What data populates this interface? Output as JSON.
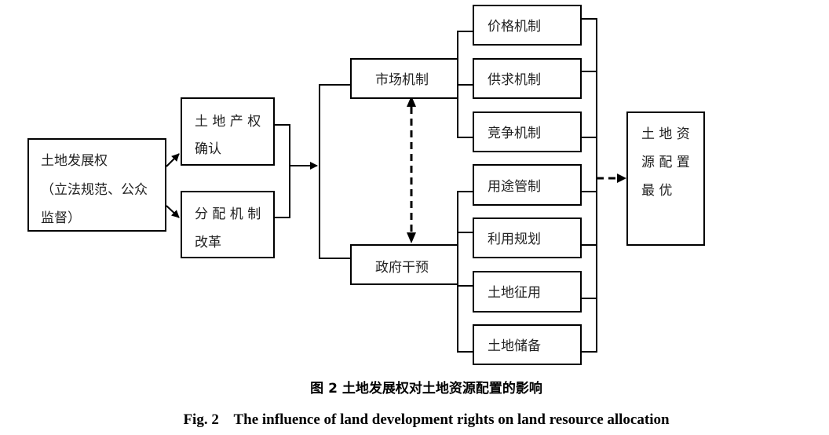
{
  "diagram": {
    "source": {
      "line1": "土地发展权",
      "line2": "（立法规范、公众",
      "line3": "监督）"
    },
    "property_rights": {
      "line1": "土 地 产 权",
      "line2": "确认"
    },
    "distribution": {
      "line1": "分 配 机 制",
      "line2": "改革"
    },
    "market": {
      "label": "市场机制"
    },
    "government": {
      "label": "政府干预"
    },
    "market_children": [
      "价格机制",
      "供求机制",
      "竞争机制"
    ],
    "government_children": [
      "用途管制",
      "利用规划",
      "土地征用",
      "土地储备"
    ],
    "result": {
      "line1": "土 地 资",
      "line2": "源 配 置",
      "line3": "最  优"
    }
  },
  "caption": {
    "zh": "图 2  土地发展权对土地资源配置的影响",
    "en": "Fig. 2    The influence of land development rights on land resource allocation"
  }
}
